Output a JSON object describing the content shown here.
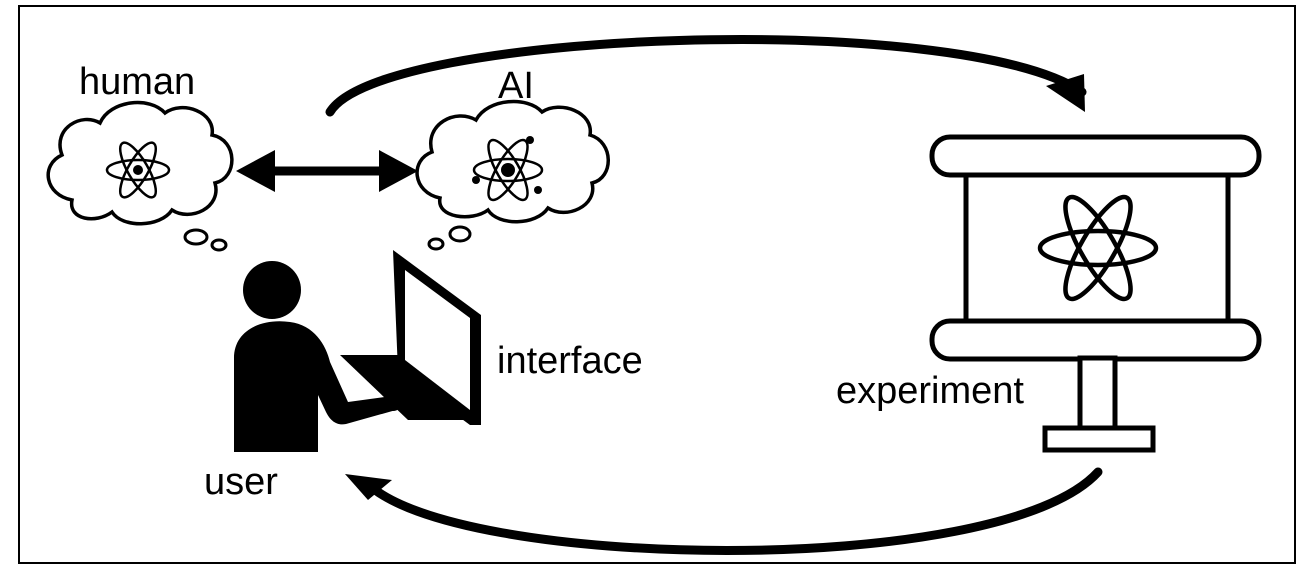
{
  "labels": {
    "human": "human",
    "ai": "AI",
    "interface": "interface",
    "user": "user",
    "experiment": "experiment"
  },
  "icons": {
    "human_thought": "atom-icon",
    "ai_thought": "atom-with-electrons-icon",
    "experiment_screen": "atom-icon",
    "user": "person-at-computer-icon",
    "interface": "laptop-icon"
  },
  "colors": {
    "ink": "#000000",
    "background": "#ffffff"
  }
}
